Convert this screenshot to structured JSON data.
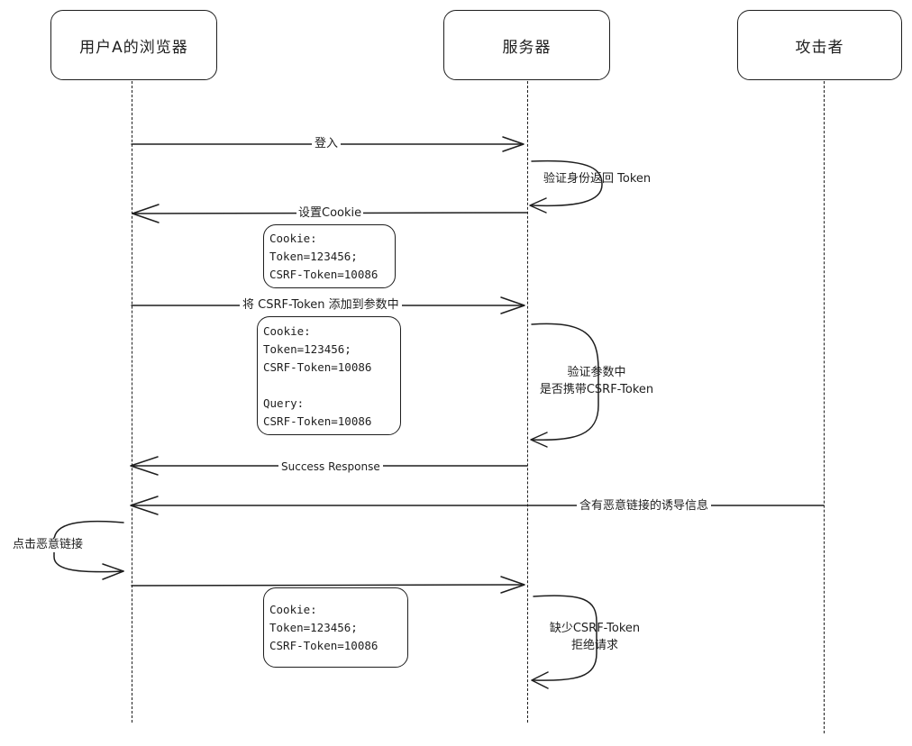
{
  "actors": {
    "browser": "用户A的浏览器",
    "server": "服务器",
    "attacker": "攻击者"
  },
  "messages": {
    "login": "登入",
    "verify_return_token": "验证身份返回 Token",
    "set_cookie": "设置Cookie",
    "add_token_to_params": "将 CSRF-Token 添加到参数中",
    "verify_params": [
      "验证参数中",
      "是否携带CSRF-Token"
    ],
    "success_response": "Success Response",
    "lure_message": "含有恶意链接的诱导信息",
    "click_malicious_link": "点击恶意链接",
    "missing_token_reject": [
      "缺少CSRF-Token",
      "拒绝请求"
    ]
  },
  "notes": {
    "cookie_set": [
      "Cookie:",
      "Token=123456;",
      "CSRF-Token=10086"
    ],
    "request_with_query": [
      "Cookie:",
      "Token=123456;",
      "CSRF-Token=10086",
      "",
      "Query:",
      "CSRF-Token=10086"
    ],
    "forged_request": [
      "Cookie:",
      "Token=123456;",
      "CSRF-Token=10086"
    ]
  },
  "colors": {
    "stroke": "#1e1e1e",
    "background": "#ffffff"
  }
}
